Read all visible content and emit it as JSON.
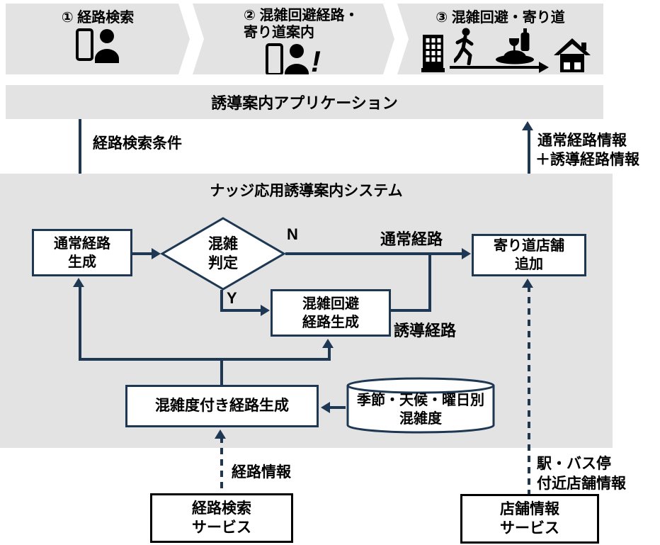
{
  "colors": {
    "accent_navy": "#1e3854",
    "panel_gray": "#e3e3e3",
    "text_black": "#000000",
    "node_fill": "#ffffff"
  },
  "process_band": {
    "steps": [
      {
        "label": "① 経路検索",
        "icons": [
          "smartphone-user-icon"
        ]
      },
      {
        "label": "② 混雑回避経路・\n寄り道案内",
        "icons": [
          "smartphone-user-alert-icon"
        ]
      },
      {
        "label": "③ 混雑回避・寄り道",
        "icons": [
          "building-icon",
          "walking-person-icon",
          "food-drink-icon",
          "route-arrow-icon",
          "house-icon"
        ]
      }
    ]
  },
  "app_banner": {
    "title": "誘導案内アプリケーション"
  },
  "system_panel": {
    "title": "ナッジ応用誘導案内システム",
    "nodes": {
      "normal_route_gen": "通常経路\n生成",
      "congestion_check": "混雑\n判定",
      "congestion_avoid_gen": "混雑回避\n経路生成",
      "detour_store_add": "寄り道店舗\n追加",
      "congestion_route_gen": "混雑度付き経路生成",
      "congestion_db": "季節・天候・曜日別\n混雑度"
    }
  },
  "edge_labels": {
    "route_search_condition": "経路検索条件",
    "output_line1": "通常経路情報",
    "output_line2": "＋誘導経路情報",
    "branch_no": "N",
    "branch_yes": "Y",
    "normal_route": "通常経路",
    "guided_route": "誘導経路",
    "route_info": "経路情報",
    "store_info_line1": "駅・バス停",
    "store_info_line2": "付近店舗情報"
  },
  "external_services": {
    "route_search": "経路検索\nサービス",
    "store_info": "店舗情報\nサービス"
  }
}
